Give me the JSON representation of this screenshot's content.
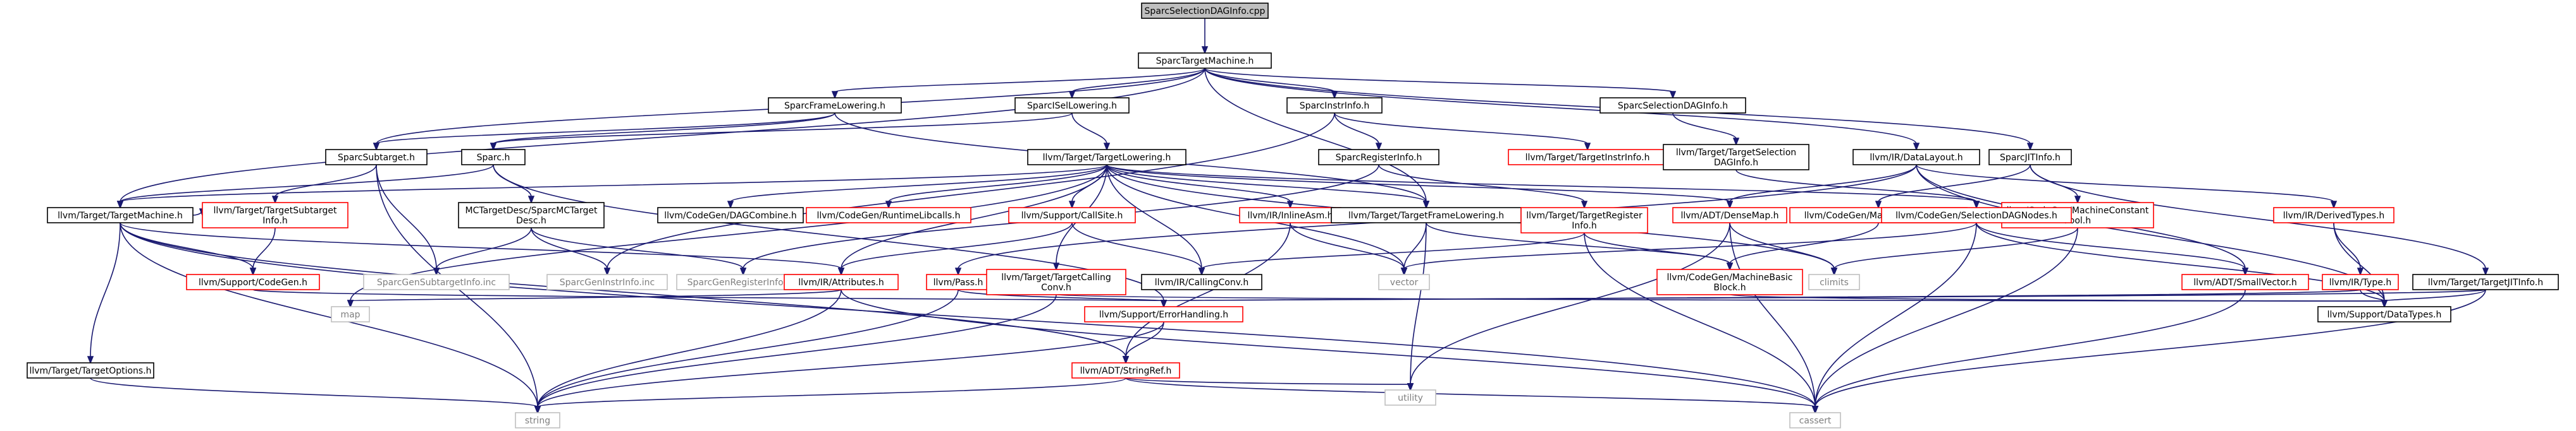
{
  "colors": {
    "edge": "#191970",
    "root_fill": "#bfbfbf",
    "normal_border": "#000000",
    "truncated_border": "#ff0000",
    "system_border": "#bfbfbf",
    "system_text": "#7f7f7f"
  },
  "nodes": {
    "root": {
      "lines": [
        "SparcSelectionDAGInfo.cpp"
      ],
      "kind": "root"
    },
    "sparctm": {
      "lines": [
        "SparcTargetMachine.h"
      ],
      "kind": "normal"
    },
    "framelow": {
      "lines": [
        "SparcFrameLowering.h"
      ],
      "kind": "normal"
    },
    "isellow": {
      "lines": [
        "SparcISelLowering.h"
      ],
      "kind": "normal"
    },
    "instrinfo": {
      "lines": [
        "SparcInstrInfo.h"
      ],
      "kind": "normal"
    },
    "seldaginfo": {
      "lines": [
        "SparcSelectionDAGInfo.h"
      ],
      "kind": "normal"
    },
    "datalayout": {
      "lines": [
        "llvm/IR/DataLayout.h"
      ],
      "kind": "normal"
    },
    "sparcjit": {
      "lines": [
        "SparcJITInfo.h"
      ],
      "kind": "normal"
    },
    "subtarget": {
      "lines": [
        "SparcSubtarget.h"
      ],
      "kind": "normal"
    },
    "sparch": {
      "lines": [
        "Sparc.h"
      ],
      "kind": "normal"
    },
    "targetlow": {
      "lines": [
        "llvm/Target/TargetLowering.h"
      ],
      "kind": "normal"
    },
    "reginfo": {
      "lines": [
        "SparcRegisterInfo.h"
      ],
      "kind": "normal"
    },
    "tinstrinfo": {
      "lines": [
        "llvm/Target/TargetInstrInfo.h"
      ],
      "kind": "truncated"
    },
    "tseldag": {
      "lines": [
        "llvm/Target/TargetSelection",
        "DAGInfo.h"
      ],
      "kind": "normal"
    },
    "tm": {
      "lines": [
        "llvm/Target/TargetMachine.h"
      ],
      "kind": "normal"
    },
    "tsubinfo": {
      "lines": [
        "llvm/Target/TargetSubtarget",
        "Info.h"
      ],
      "kind": "truncated"
    },
    "mcdesc": {
      "lines": [
        "MCTargetDesc/SparcMCTarget",
        "Desc.h"
      ],
      "kind": "normal"
    },
    "dagcombine": {
      "lines": [
        "llvm/CodeGen/DAGCombine.h"
      ],
      "kind": "normal"
    },
    "rtlibcalls": {
      "lines": [
        "llvm/CodeGen/RuntimeLibcalls.h"
      ],
      "kind": "truncated"
    },
    "callsite": {
      "lines": [
        "llvm/Support/CallSite.h"
      ],
      "kind": "truncated"
    },
    "inlineasm": {
      "lines": [
        "llvm/IR/InlineAsm.h"
      ],
      "kind": "truncated"
    },
    "tframelow": {
      "lines": [
        "llvm/Target/TargetFrameLowering.h"
      ],
      "kind": "normal"
    },
    "tregister": {
      "lines": [
        "llvm/Target/TargetRegister",
        "Info.h"
      ],
      "kind": "truncated"
    },
    "densemap": {
      "lines": [
        "llvm/ADT/DenseMap.h"
      ],
      "kind": "truncated"
    },
    "machfunc": {
      "lines": [
        "llvm/CodeGen/MachineFunction.h"
      ],
      "kind": "truncated"
    },
    "constpool": {
      "lines": [
        "llvm/CodeGen/MachineConstant",
        "Pool.h"
      ],
      "kind": "truncated"
    },
    "seldagnodes": {
      "lines": [
        "llvm/CodeGen/SelectionDAGNodes.h"
      ],
      "kind": "truncated"
    },
    "derivedtypes": {
      "lines": [
        "llvm/IR/DerivedTypes.h"
      ],
      "kind": "truncated"
    },
    "targetjit": {
      "lines": [
        "llvm/Target/TargetJITInfo.h"
      ],
      "kind": "normal"
    },
    "supcodegen": {
      "lines": [
        "llvm/Support/CodeGen.h"
      ],
      "kind": "truncated"
    },
    "subinfoinc": {
      "lines": [
        "SparcGenSubtargetInfo.inc"
      ],
      "kind": "system"
    },
    "instrinc": {
      "lines": [
        "SparcGenInstrInfo.inc"
      ],
      "kind": "system"
    },
    "reginc": {
      "lines": [
        "SparcGenRegisterInfo.inc"
      ],
      "kind": "system"
    },
    "attributes": {
      "lines": [
        "llvm/IR/Attributes.h"
      ],
      "kind": "truncated"
    },
    "pass": {
      "lines": [
        "llvm/Pass.h"
      ],
      "kind": "truncated"
    },
    "callconv": {
      "lines": [
        "llvm/Target/TargetCalling",
        "Conv.h"
      ],
      "kind": "truncated"
    },
    "irconv": {
      "lines": [
        "llvm/IR/CallingConv.h"
      ],
      "kind": "normal"
    },
    "vector": {
      "lines": [
        "vector"
      ],
      "kind": "system"
    },
    "climits": {
      "lines": [
        "climits"
      ],
      "kind": "system"
    },
    "mbb": {
      "lines": [
        "llvm/CodeGen/MachineBasic",
        "Block.h"
      ],
      "kind": "truncated"
    },
    "smallvec": {
      "lines": [
        "llvm/ADT/SmallVector.h"
      ],
      "kind": "truncated"
    },
    "irtype": {
      "lines": [
        "llvm/IR/Type.h"
      ],
      "kind": "truncated"
    },
    "map": {
      "lines": [
        "map"
      ],
      "kind": "system"
    },
    "errhandling": {
      "lines": [
        "llvm/Support/ErrorHandling.h"
      ],
      "kind": "truncated"
    },
    "datatypes": {
      "lines": [
        "llvm/Support/DataTypes.h"
      ],
      "kind": "normal"
    },
    "targetopts": {
      "lines": [
        "llvm/Target/TargetOptions.h"
      ],
      "kind": "normal"
    },
    "stringref": {
      "lines": [
        "llvm/ADT/StringRef.h"
      ],
      "kind": "truncated"
    },
    "utility": {
      "lines": [
        "utility"
      ],
      "kind": "system"
    },
    "string": {
      "lines": [
        "string"
      ],
      "kind": "system"
    },
    "cassert": {
      "lines": [
        "cassert"
      ],
      "kind": "system"
    }
  },
  "edges": [
    [
      "root",
      "sparctm"
    ],
    [
      "sparctm",
      "framelow"
    ],
    [
      "sparctm",
      "isellow"
    ],
    [
      "sparctm",
      "instrinfo"
    ],
    [
      "sparctm",
      "seldaginfo"
    ],
    [
      "sparctm",
      "datalayout"
    ],
    [
      "sparctm",
      "sparcjit"
    ],
    [
      "sparctm",
      "subtarget"
    ],
    [
      "sparctm",
      "tm"
    ],
    [
      "sparctm",
      "tframelow"
    ],
    [
      "framelow",
      "sparch"
    ],
    [
      "framelow",
      "subtarget"
    ],
    [
      "framelow",
      "tframelow"
    ],
    [
      "isellow",
      "sparch"
    ],
    [
      "isellow",
      "targetlow"
    ],
    [
      "instrinfo",
      "reginfo"
    ],
    [
      "instrinfo",
      "tinstrinfo"
    ],
    [
      "instrinfo",
      "instrinc"
    ],
    [
      "seldaginfo",
      "tseldag"
    ],
    [
      "datalayout",
      "densemap"
    ],
    [
      "datalayout",
      "derivedtypes"
    ],
    [
      "datalayout",
      "smallvec"
    ],
    [
      "datalayout",
      "datatypes"
    ],
    [
      "datalayout",
      "pass"
    ],
    [
      "sparcjit",
      "targetjit"
    ],
    [
      "sparcjit",
      "constpool"
    ],
    [
      "sparcjit",
      "machfunc"
    ],
    [
      "subtarget",
      "tsubinfo"
    ],
    [
      "subtarget",
      "subinfoinc"
    ],
    [
      "subtarget",
      "string"
    ],
    [
      "sparch",
      "mcdesc"
    ],
    [
      "sparch",
      "tm"
    ],
    [
      "sparch",
      "errhandling"
    ],
    [
      "targetlow",
      "tm"
    ],
    [
      "targetlow",
      "dagcombine"
    ],
    [
      "targetlow",
      "rtlibcalls"
    ],
    [
      "targetlow",
      "callsite"
    ],
    [
      "targetlow",
      "inlineasm"
    ],
    [
      "targetlow",
      "callconv"
    ],
    [
      "targetlow",
      "irconv"
    ],
    [
      "targetlow",
      "seldagnodes"
    ],
    [
      "targetlow",
      "attributes"
    ],
    [
      "targetlow",
      "densemap"
    ],
    [
      "targetlow",
      "vector"
    ],
    [
      "targetlow",
      "climits"
    ],
    [
      "targetlow",
      "map"
    ],
    [
      "targetlow",
      "tframelow"
    ],
    [
      "reginfo",
      "tregister"
    ],
    [
      "reginfo",
      "reginc"
    ],
    [
      "tseldag",
      "seldagnodes"
    ],
    [
      "tm",
      "tsubinfo"
    ],
    [
      "tm",
      "supcodegen"
    ],
    [
      "tm",
      "targetopts"
    ],
    [
      "tm",
      "attributes"
    ],
    [
      "tm",
      "stringref"
    ],
    [
      "tm",
      "string"
    ],
    [
      "tm",
      "cassert"
    ],
    [
      "tsubinfo",
      "supcodegen"
    ],
    [
      "mcdesc",
      "instrinc"
    ],
    [
      "mcdesc",
      "subinfoinc"
    ],
    [
      "mcdesc",
      "reginc"
    ],
    [
      "callsite",
      "attributes"
    ],
    [
      "callsite",
      "irconv"
    ],
    [
      "inlineasm",
      "vector"
    ],
    [
      "inlineasm",
      "stringref"
    ],
    [
      "tframelow",
      "vector"
    ],
    [
      "tframelow",
      "utility"
    ],
    [
      "tframelow",
      "mbb"
    ],
    [
      "tregister",
      "cassert"
    ],
    [
      "tregister",
      "mbb"
    ],
    [
      "tregister",
      "irconv"
    ],
    [
      "densemap",
      "climits"
    ],
    [
      "densemap",
      "cassert"
    ],
    [
      "densemap",
      "utility"
    ],
    [
      "machfunc",
      "mbb"
    ],
    [
      "constpool",
      "climits"
    ],
    [
      "constpool",
      "cassert"
    ],
    [
      "seldagnodes",
      "smallvec"
    ],
    [
      "seldagnodes",
      "datatypes"
    ],
    [
      "seldagnodes",
      "vector"
    ],
    [
      "seldagnodes",
      "cassert"
    ],
    [
      "derivedtypes",
      "irtype"
    ],
    [
      "derivedtypes",
      "datatypes"
    ],
    [
      "targetjit",
      "datatypes"
    ],
    [
      "targetjit",
      "errhandling"
    ],
    [
      "targetjit",
      "cassert"
    ],
    [
      "supcodegen",
      "errhandling"
    ],
    [
      "attributes",
      "map"
    ],
    [
      "attributes",
      "string"
    ],
    [
      "attributes",
      "cassert"
    ],
    [
      "pass",
      "string"
    ],
    [
      "pass",
      "errhandling"
    ],
    [
      "callconv",
      "datatypes"
    ],
    [
      "callconv",
      "string"
    ],
    [
      "mbb",
      "datatypes"
    ],
    [
      "smallvec",
      "cassert"
    ],
    [
      "irtype",
      "datatypes"
    ],
    [
      "irtype",
      "errhandling"
    ],
    [
      "errhandling",
      "stringref"
    ],
    [
      "errhandling",
      "string"
    ],
    [
      "targetopts",
      "string"
    ],
    [
      "stringref",
      "utility"
    ],
    [
      "stringref",
      "cassert"
    ],
    [
      "stringref",
      "string"
    ]
  ]
}
